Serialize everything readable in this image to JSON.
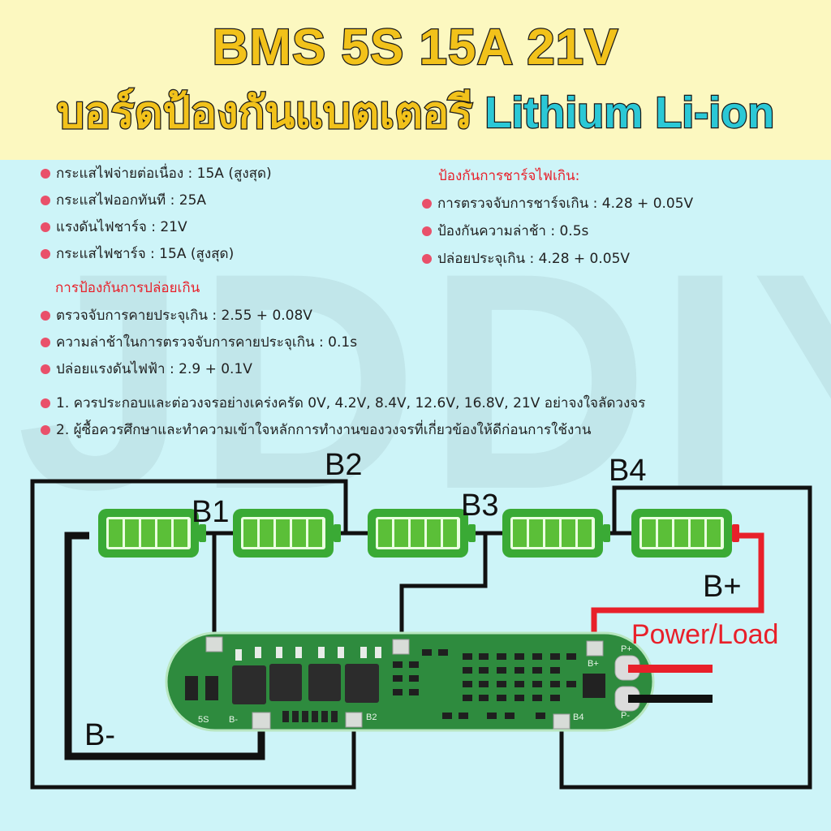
{
  "title": {
    "line1": "BMS 5S 15A 21V",
    "line2_th": "บอร์ดป้องกันแบตเตอรี ",
    "line2_en": "Lithium Li-ion"
  },
  "watermark": "JDDIY",
  "specs_left": [
    "กระแสไฟจ่ายต่อเนื่อง : 15A (สูงสุด)",
    "กระแสไฟออกทันที : 25A",
    "แรงดันไฟชาร์จ : 21V",
    "กระแสไฟชาร์จ : 15A (สูงสุด)"
  ],
  "overdischarge": {
    "heading": "การป้องกันการปล่อยเกิน",
    "items": [
      "ตรวจจับการคายประจุเกิน : 2.55 + 0.08V",
      "ความล่าช้าในการตรวจจับการคายประจุเกิน : 0.1s",
      "ปล่อยแรงดันไฟฟ้า : 2.9 + 0.1V"
    ]
  },
  "overcharge": {
    "heading": "ป้องกันการชาร์จไฟเกิน:",
    "items": [
      "การตรวจจับการชาร์จเกิน : 4.28 + 0.05V",
      "ป้องกันความล่าช้า : 0.5s",
      "ปล่อยประจุเกิน : 4.28 + 0.05V"
    ]
  },
  "notes": [
    "1. ควรประกอบและต่อวงจรอย่างเคร่งครัด 0V, 4.2V, 8.4V, 12.6V, 16.8V, 21V อย่าจงใจลัดวงจร",
    "2. ผู้ซื้อควรศึกษาและทำความเข้าใจหลักการทำงานของวงจรที่เกี่ยวข้องให้ดีก่อนการใช้งาน"
  ],
  "diagram": {
    "labels": {
      "b1": "B1",
      "b2": "B2",
      "b3": "B3",
      "b4": "B4",
      "b_plus": "B+",
      "b_minus": "B-",
      "power_load": "Power/Load"
    },
    "pcb_labels": {
      "s5": "5S",
      "bm": "B-",
      "b2": "B2",
      "b4": "B4",
      "bp": "B+",
      "pp": "P+",
      "pm": "P-"
    },
    "battery_count": 5,
    "colors": {
      "battery_green": "#3aaa35",
      "battery_fill": "#7fcc3a",
      "wire_black": "#111111",
      "wire_red": "#e8202a",
      "pcb_green": "#2e8b3e",
      "title_gold": "#f2c21a",
      "title_cyan": "#2bc8d6",
      "header_bg": "#fcf8c0",
      "body_bg": "#cdf4f8"
    }
  }
}
